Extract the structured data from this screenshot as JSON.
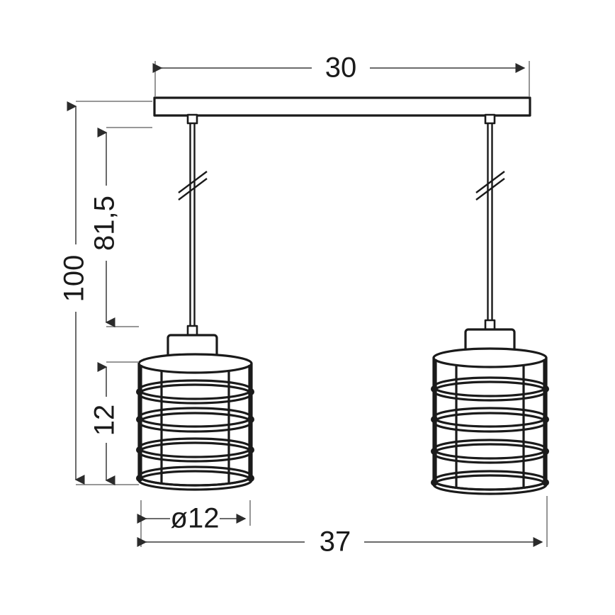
{
  "drawing": {
    "type": "technical-dimension-drawing",
    "subject": "two-light cage pendant lamp",
    "units": "cm",
    "background_color": "#ffffff",
    "line_color": "#1a1a1a",
    "dimension_line_color": "#4d4d4d",
    "dimensions": {
      "canopy_width": "30",
      "total_height": "100",
      "suspension_height": "81,5",
      "shade_height": "12",
      "shade_diameter": "ø12",
      "overall_width": "37"
    }
  },
  "labels": {
    "canopy_width": "30",
    "total_height": "100",
    "suspension_height": "81,5",
    "shade_height": "12",
    "shade_diameter": "ø12",
    "overall_width": "37"
  },
  "chart_data": {
    "type": "table",
    "title": "Pendant lamp dimension drawing",
    "categories": [
      "canopy width",
      "total height",
      "suspension height",
      "shade height",
      "shade diameter",
      "overall width"
    ],
    "values": [
      30,
      100,
      81.5,
      12,
      12,
      37
    ],
    "value_labels": [
      "30",
      "100",
      "81,5",
      "12",
      "ø12",
      "37"
    ],
    "units": "cm",
    "xlabel": "",
    "ylabel": ""
  }
}
